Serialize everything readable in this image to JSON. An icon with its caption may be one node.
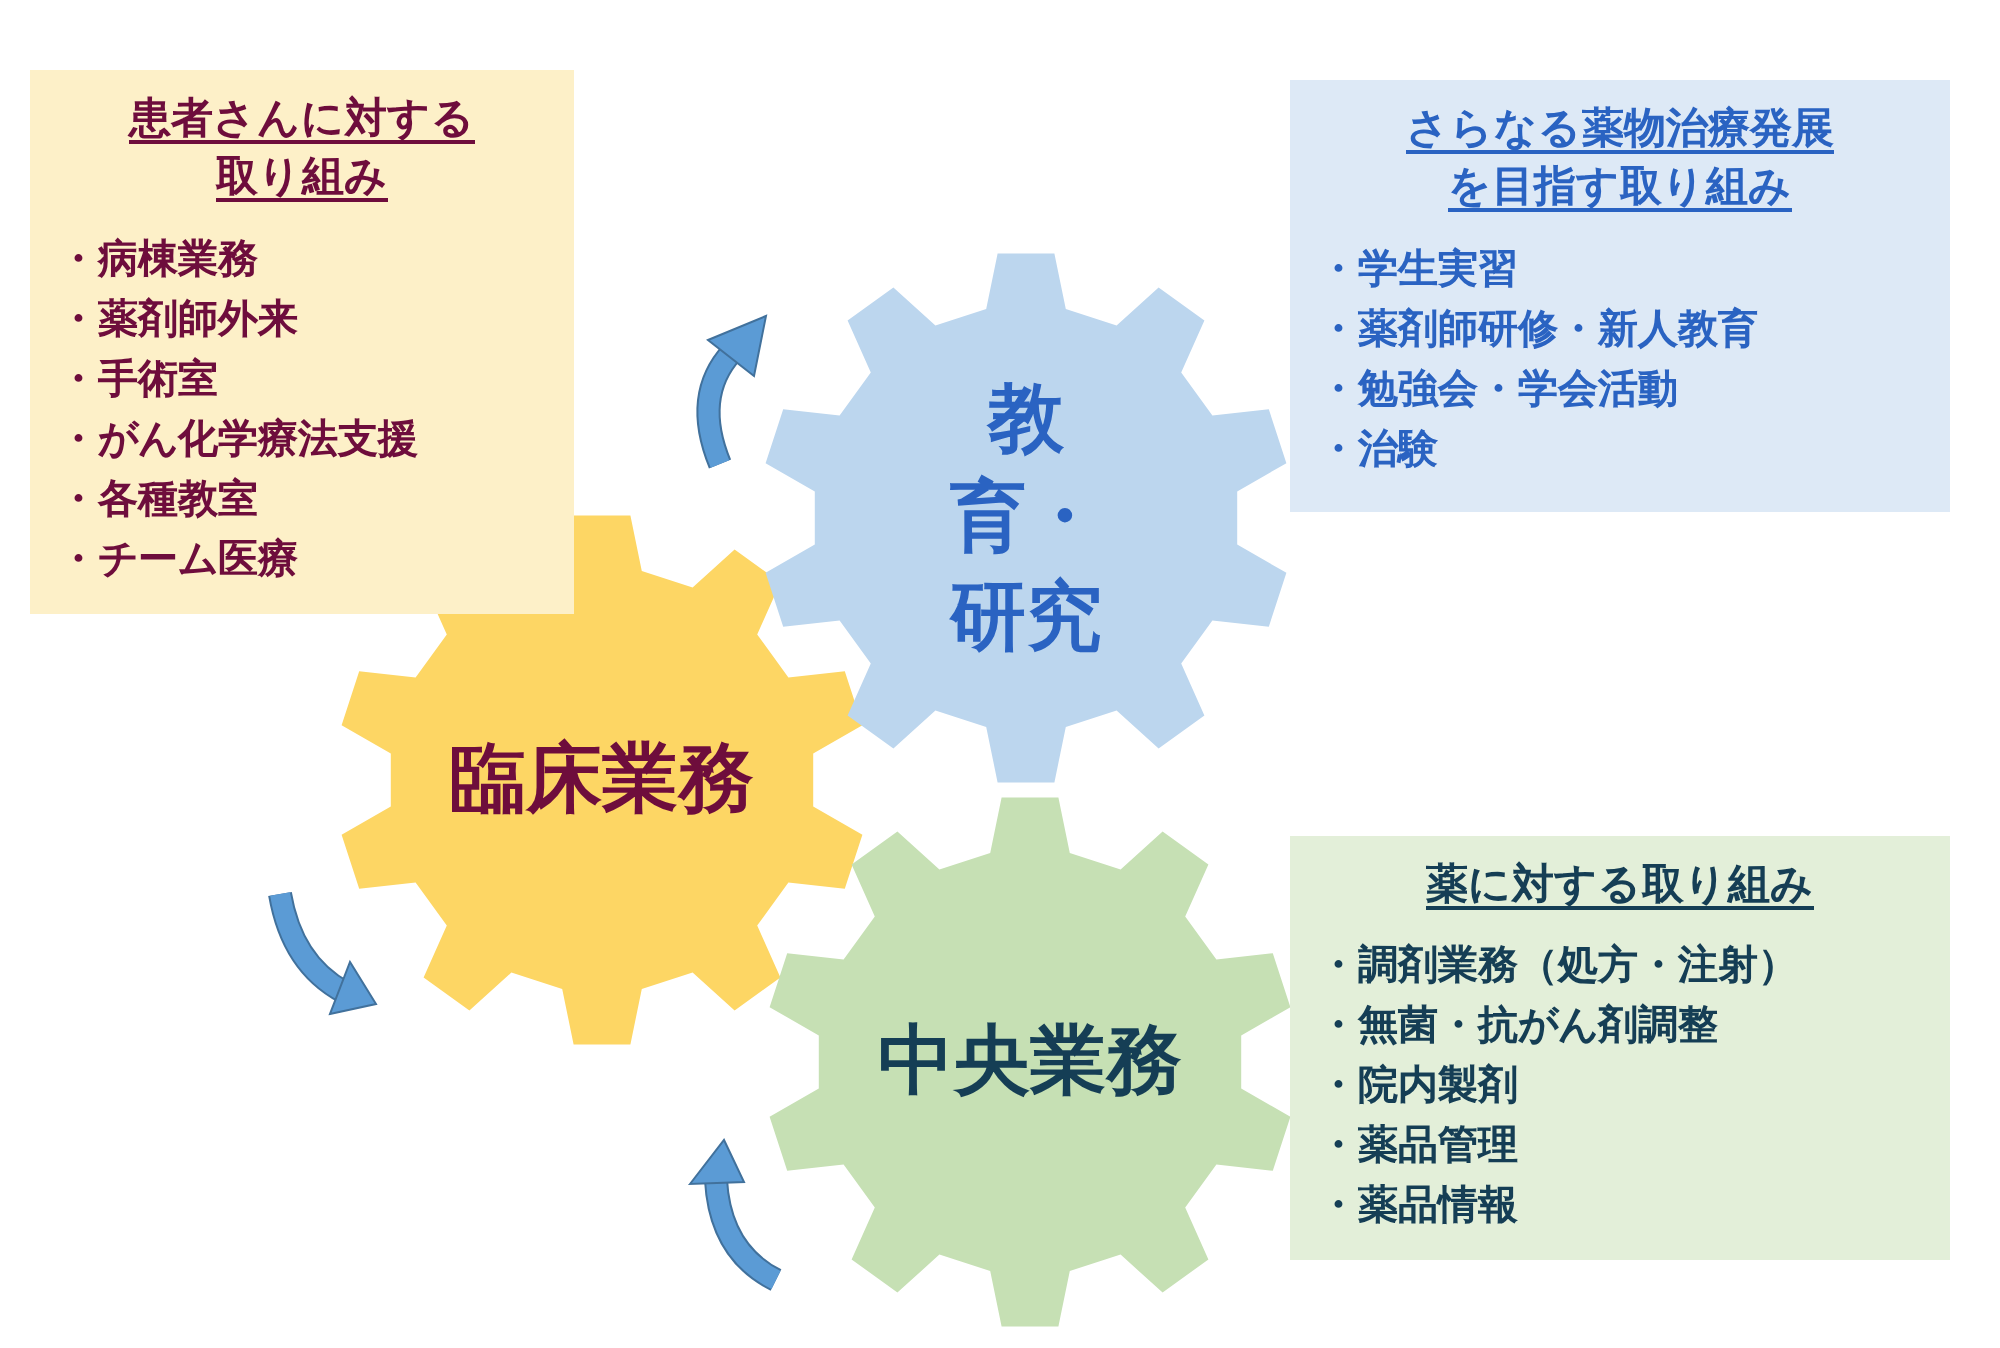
{
  "diagram": {
    "nodes": [
      {
        "text": [
          "臨床業務"
        ]
      },
      {
        "text": [
          "教育・研究"
        ]
      },
      {
        "text": [
          "中央業務"
        ]
      },
      {
        "text": [
          "患者さんに対する取り組み",
          "・病棟業務",
          "・薬剤師外来",
          "・手術室",
          "・がん化学療法支援",
          "・各種教室",
          "・チーム医療"
        ]
      },
      {
        "text": [
          "さらなる薬物治療発展を目指す取り組み",
          "・学生実習",
          "・薬剤師研修・新人教育",
          "・勉強会・学会活動",
          "・治験"
        ]
      },
      {
        "text": [
          "薬に対する取り組み",
          "・調剤業務（処方・注射）",
          "・無菌・抗がん剤調整",
          "・院内製剤",
          "・薬品管理",
          "・薬品情報"
        ]
      }
    ]
  }
}
